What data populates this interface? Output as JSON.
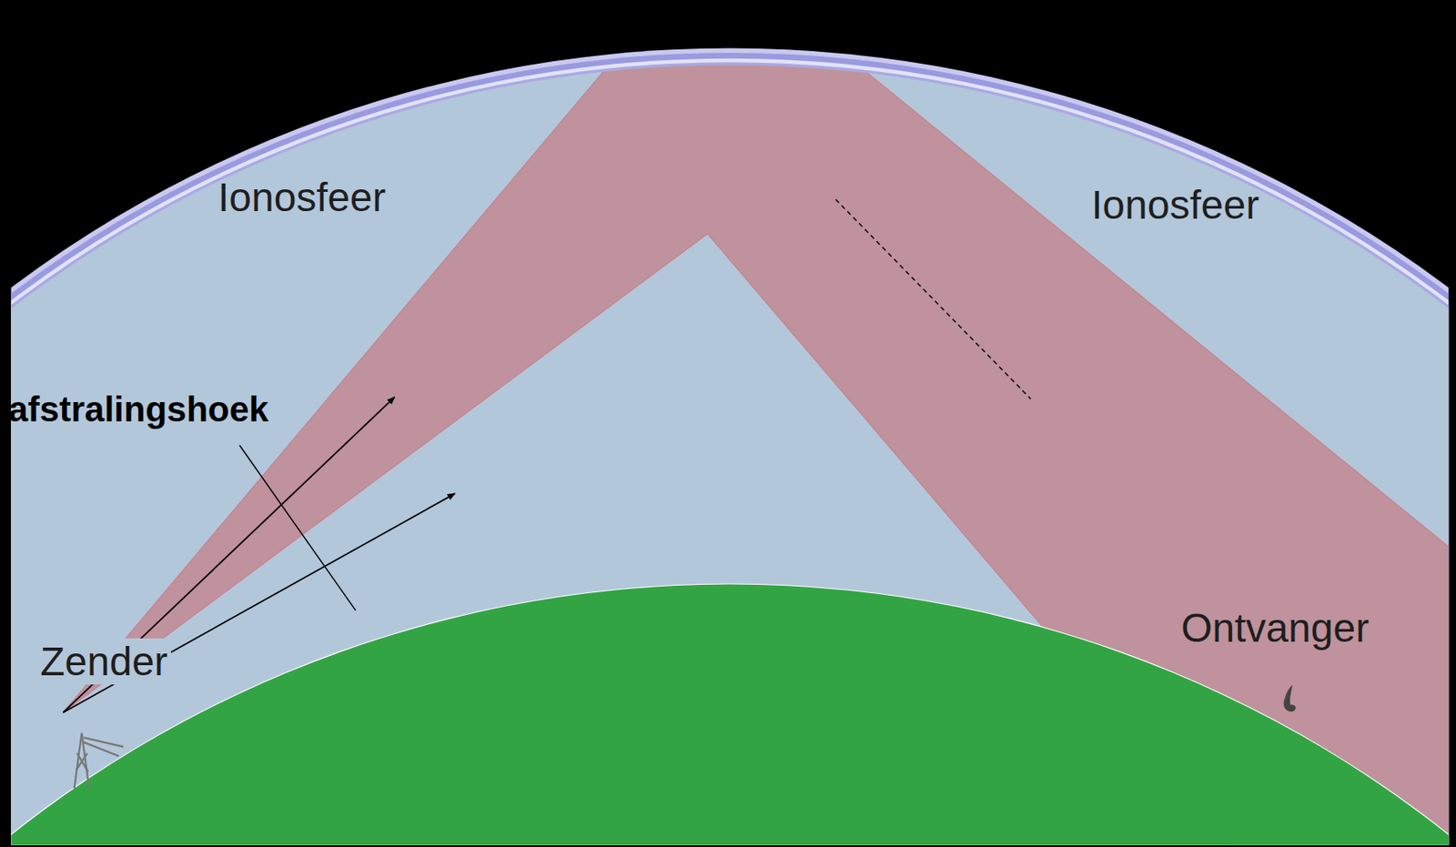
{
  "diagram": {
    "labels": [
      "Ionosfeer",
      "Ionosfeer",
      "afstralingshoek",
      "Zender",
      "Ontvanger"
    ]
  }
}
